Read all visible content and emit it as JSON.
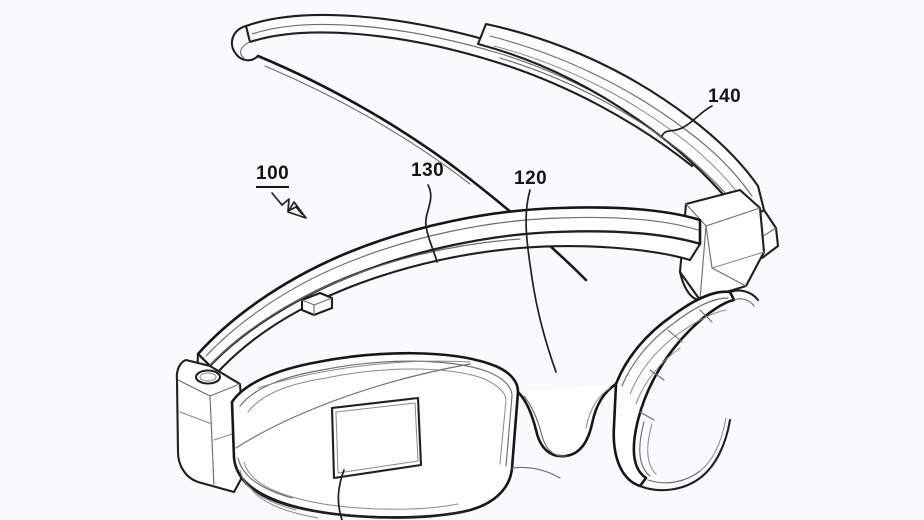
{
  "figure": {
    "title": "Smart glasses patent figure",
    "description": "Perspective line drawing of a head-mounted augmented-reality eyewear device",
    "background_color": "#f7fbfb",
    "line_color": "#1f1f1f",
    "secondary_line_color": "#707070",
    "style": "patent-line-drawing"
  },
  "reference_labels": [
    {
      "id": "100",
      "text": "100",
      "underlined": true,
      "leader": "zigzag-arrow",
      "refers_to": "overall-device-assembly"
    },
    {
      "id": "130",
      "text": "130",
      "underlined": false,
      "leader": "curved-line",
      "refers_to": "upper-frame-housing"
    },
    {
      "id": "120",
      "text": "120",
      "underlined": false,
      "leader": "curved-line",
      "refers_to": "lens-display-unit"
    },
    {
      "id": "140",
      "text": "140",
      "underlined": false,
      "leader": "curved-line",
      "refers_to": "temple-arm"
    }
  ],
  "parts": {
    "left_temple_arm": "left-temple-arm",
    "right_temple_arm": "right-temple-arm",
    "upper_frame": "upper-frame-housing",
    "left_lens": "left-lens",
    "right_lens": "right-lens",
    "display_panel": "display-panel-rectangle",
    "nose_bridge": "nose-bridge",
    "hinge_block": "hinge-block",
    "control_button": "control-button",
    "camera_port": "camera-port",
    "end_piece": "left-end-piece"
  },
  "icons": {
    "zigzag_arrow": "zigzag-arrow-icon"
  }
}
